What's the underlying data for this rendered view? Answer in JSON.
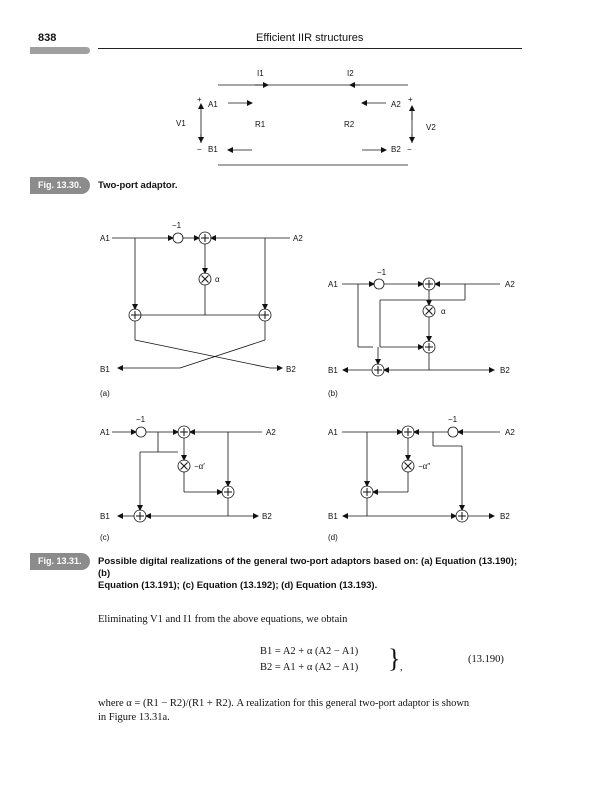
{
  "header": {
    "page_number": "838",
    "running_head": "Efficient IIR structures"
  },
  "figure_1330": {
    "tag": "Fig. 13.30.",
    "caption": "Two-port adaptor.",
    "labels": {
      "i1": "I1",
      "i2": "I2",
      "a1": "A1",
      "a2": "A2",
      "b1": "B1",
      "b2": "B2",
      "v1": "V1",
      "v2": "V2",
      "r1": "R1",
      "r2": "R2",
      "plus": "+",
      "minus": "−"
    }
  },
  "figure_1331": {
    "tag": "Fig. 13.31.",
    "caption": "Possible digital realizations of the general two-port adaptors based on: (a) Equation (13.190); (b) Equation (13.191); (c) Equation (13.192); (d) Equation (13.193).",
    "caption_line1": "Possible digital realizations of the general two-port adaptors based on: (a) Equation (13.190); (b)",
    "caption_line2": "Equation (13.191); (c) Equation (13.192); (d) Equation (13.193).",
    "panels": {
      "a": {
        "label": "(a)",
        "alpha": "α",
        "minus_one": "−1"
      },
      "b": {
        "label": "(b)",
        "alpha": "α",
        "minus_one": "−1"
      },
      "c": {
        "label": "(c)",
        "alpha": "−α′",
        "minus_one": "−1"
      },
      "d": {
        "label": "(d)",
        "alpha": "−α″",
        "minus_one": "−1"
      }
    },
    "port_labels": {
      "a1": "A1",
      "a2": "A2",
      "b1": "B1",
      "b2": "B2"
    }
  },
  "body": {
    "paragraph1": "Eliminating V1 and I1 from the above equations, we obtain",
    "eq_line1": "B1 = A2 + α (A2 − A1)",
    "eq_line2": "B2 = A1 + α (A2 − A1)",
    "eq_number": "(13.190)",
    "paragraph2_line1": "where α = (R1 − R2)/(R1 + R2). A realization for this general two-port adaptor is shown",
    "paragraph2_line2": "in Figure 13.31a."
  }
}
